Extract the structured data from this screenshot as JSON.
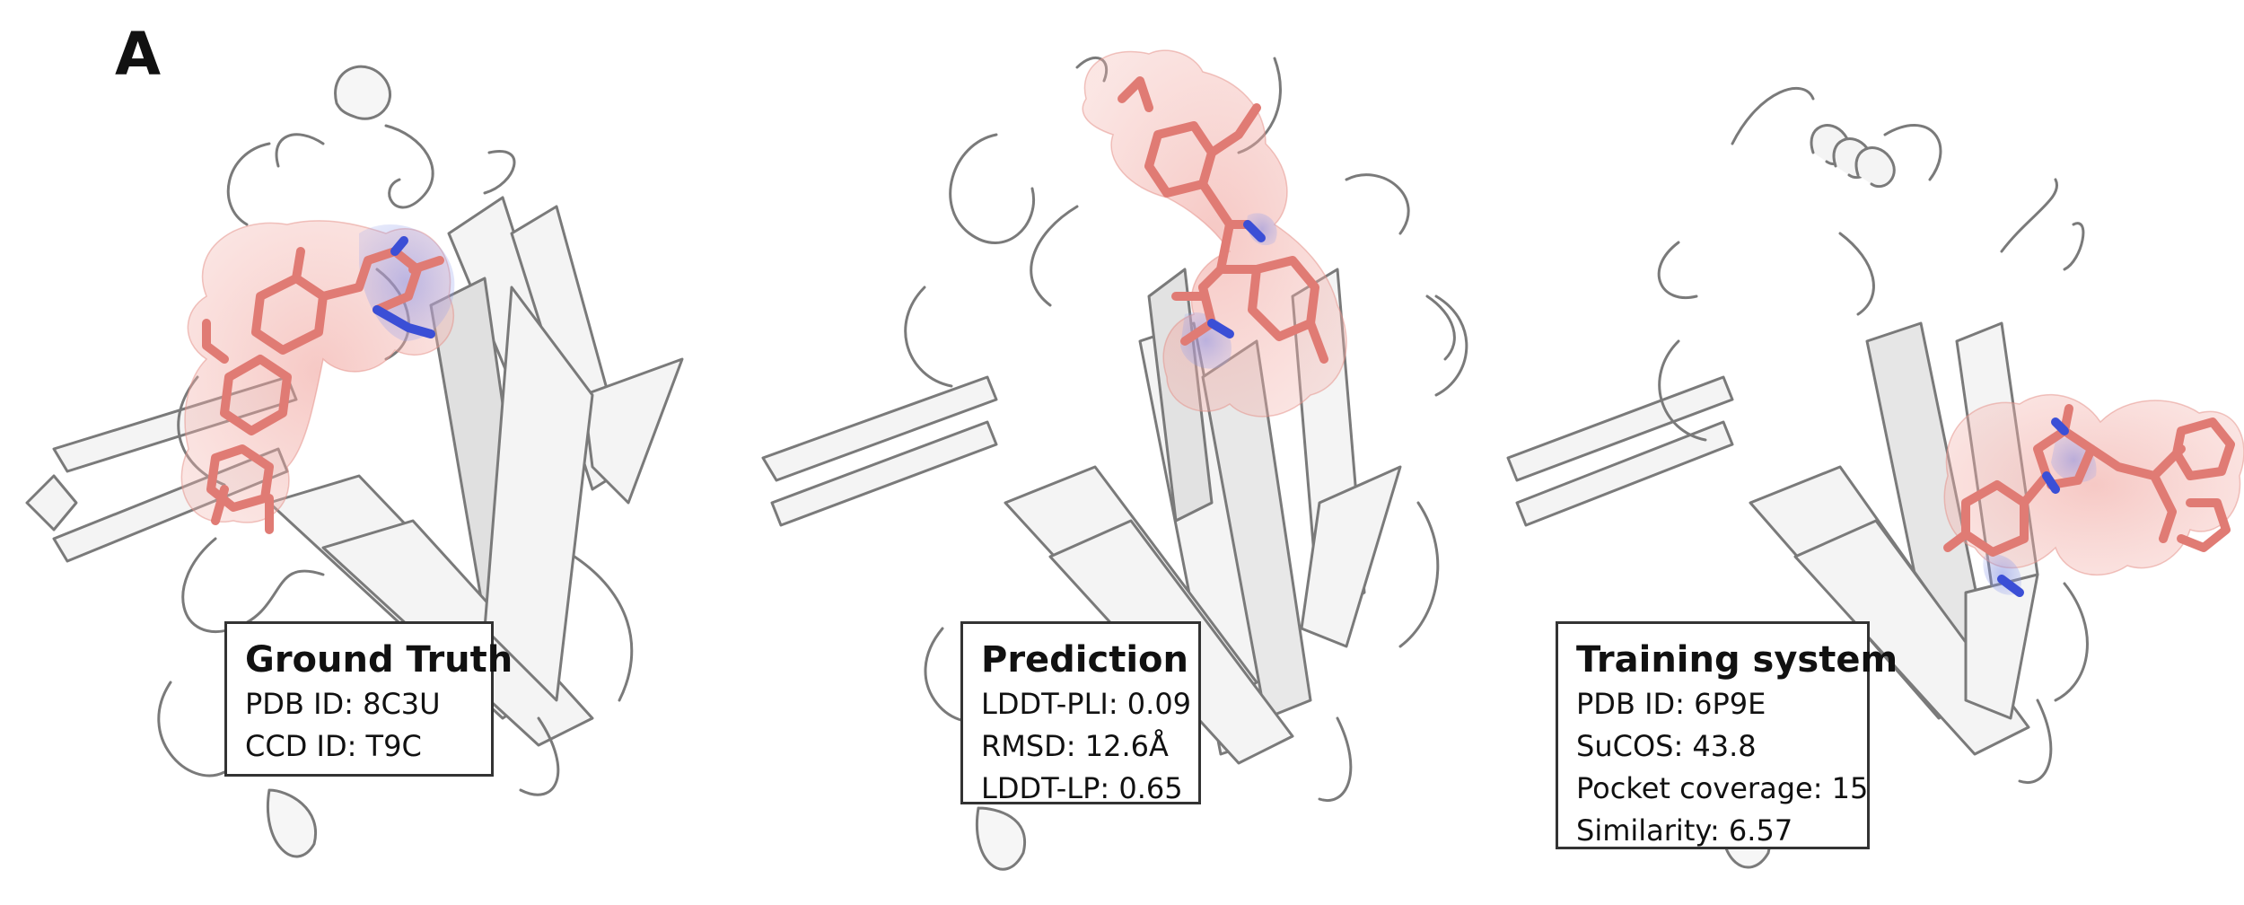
{
  "figure": {
    "panel_letter": "A"
  },
  "panels": [
    {
      "title": "Ground Truth",
      "lines": [
        "PDB ID: 8C3U",
        "CCD ID: T9C"
      ]
    },
    {
      "title": "Prediction",
      "lines": [
        "LDDT-PLI: 0.09",
        "RMSD: 12.6Å",
        "LDDT-LP: 0.65"
      ]
    },
    {
      "title": "Training system",
      "lines": [
        "PDB ID: 6P9E",
        "SuCOS: 43.8",
        "Pocket coverage: 15",
        "Similarity: 6.57"
      ]
    }
  ],
  "colors": {
    "protein_ribbon": "#f4f4f4",
    "protein_outline": "#7a7a7a",
    "ligand_carbon": "#e07b74",
    "ligand_surface": "#f2b0aa",
    "nitrogen": "#3b4fd6",
    "oxygen": "#d9453a"
  }
}
